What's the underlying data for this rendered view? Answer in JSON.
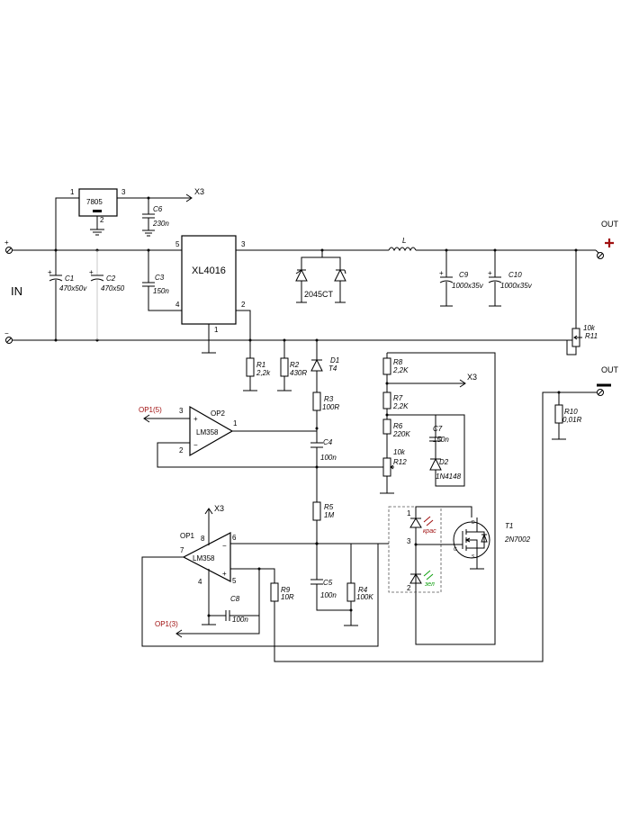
{
  "labels": {
    "u_reg": "7805",
    "u_reg_pin1": "1",
    "u_reg_pin2": "2",
    "u_reg_pin3": "3",
    "x3_top": "X3",
    "x3_mid": "X3",
    "x3_op": "X3",
    "c6_ref": "C6",
    "c6_val": "230n",
    "in": "IN",
    "plus_in": "+",
    "minus_in": "−",
    "c1_ref": "C1",
    "c1_val": "470x50v",
    "c2_ref": "C2",
    "c2_val": "470x50",
    "c3_ref": "C3",
    "c3_val": "150n",
    "xl": "XL4016",
    "xl_p1": "1",
    "xl_p2": "2",
    "xl_p3": "3",
    "xl_p4": "4",
    "xl_p5": "5",
    "diode_pair": "2045CT",
    "l_ref": "L",
    "c9_ref": "C9",
    "c9_val": "1000x35v",
    "c10_ref": "C10",
    "c10_val": "1000x35v",
    "out_pos": "OUT",
    "out_neg": "OUT",
    "r11_val": "10k",
    "r11_ref": "R11",
    "r1_ref": "R1",
    "r1_val": "2,2k",
    "r2_ref": "R2",
    "r2_val": "430R",
    "d1_ref": "D1",
    "d1_val": "T4",
    "r3_ref": "R3",
    "r3_val": "100R",
    "c4_ref": "C4",
    "c4_val": "100n",
    "r5_ref": "R5",
    "r5_val": "1M",
    "c5_ref": "C5",
    "c5_val": "100n",
    "r4_ref": "R4",
    "r4_val": "100K",
    "r8_ref": "R8",
    "r8_val": "2,2K",
    "r7_ref": "R7",
    "r7_val": "2,2K",
    "r6_ref": "R6",
    "r6_val": "220K",
    "c7_ref": "C7",
    "c7_val": "150n",
    "r12_val": "10k",
    "r12_ref": "R12",
    "d2_ref": "D2",
    "d2_val": "1N4148",
    "r10_ref": "R10",
    "r10_val": "0,01R",
    "op2_ref": "OP2",
    "op2_chip": "LM358",
    "op2_p1": "1",
    "op2_p2": "2",
    "op2_p3": "3",
    "op2_ext": "OP1(5)",
    "op1_ref": "OP1",
    "op1_chip": "LM358",
    "op1_p4": "4",
    "op1_p5": "5",
    "op1_p6": "6",
    "op1_p7": "7",
    "op1_p8": "8",
    "op1_ext": "OP1(3)",
    "c8_ref": "C8",
    "c8_val": "100n",
    "r9_ref": "R9",
    "r9_val": "10R",
    "t1_ref": "T1",
    "t1_val": "2N7002",
    "led_p1": "1",
    "led_p2": "2",
    "led_p3": "3",
    "led_red": "крас",
    "led_green": "зел",
    "fet_d": "D",
    "fet_g": "G",
    "fet_s": "S"
  },
  "colors": {
    "wire": "#000000",
    "accent_red": "#a01010",
    "accent_green": "#10a010"
  }
}
